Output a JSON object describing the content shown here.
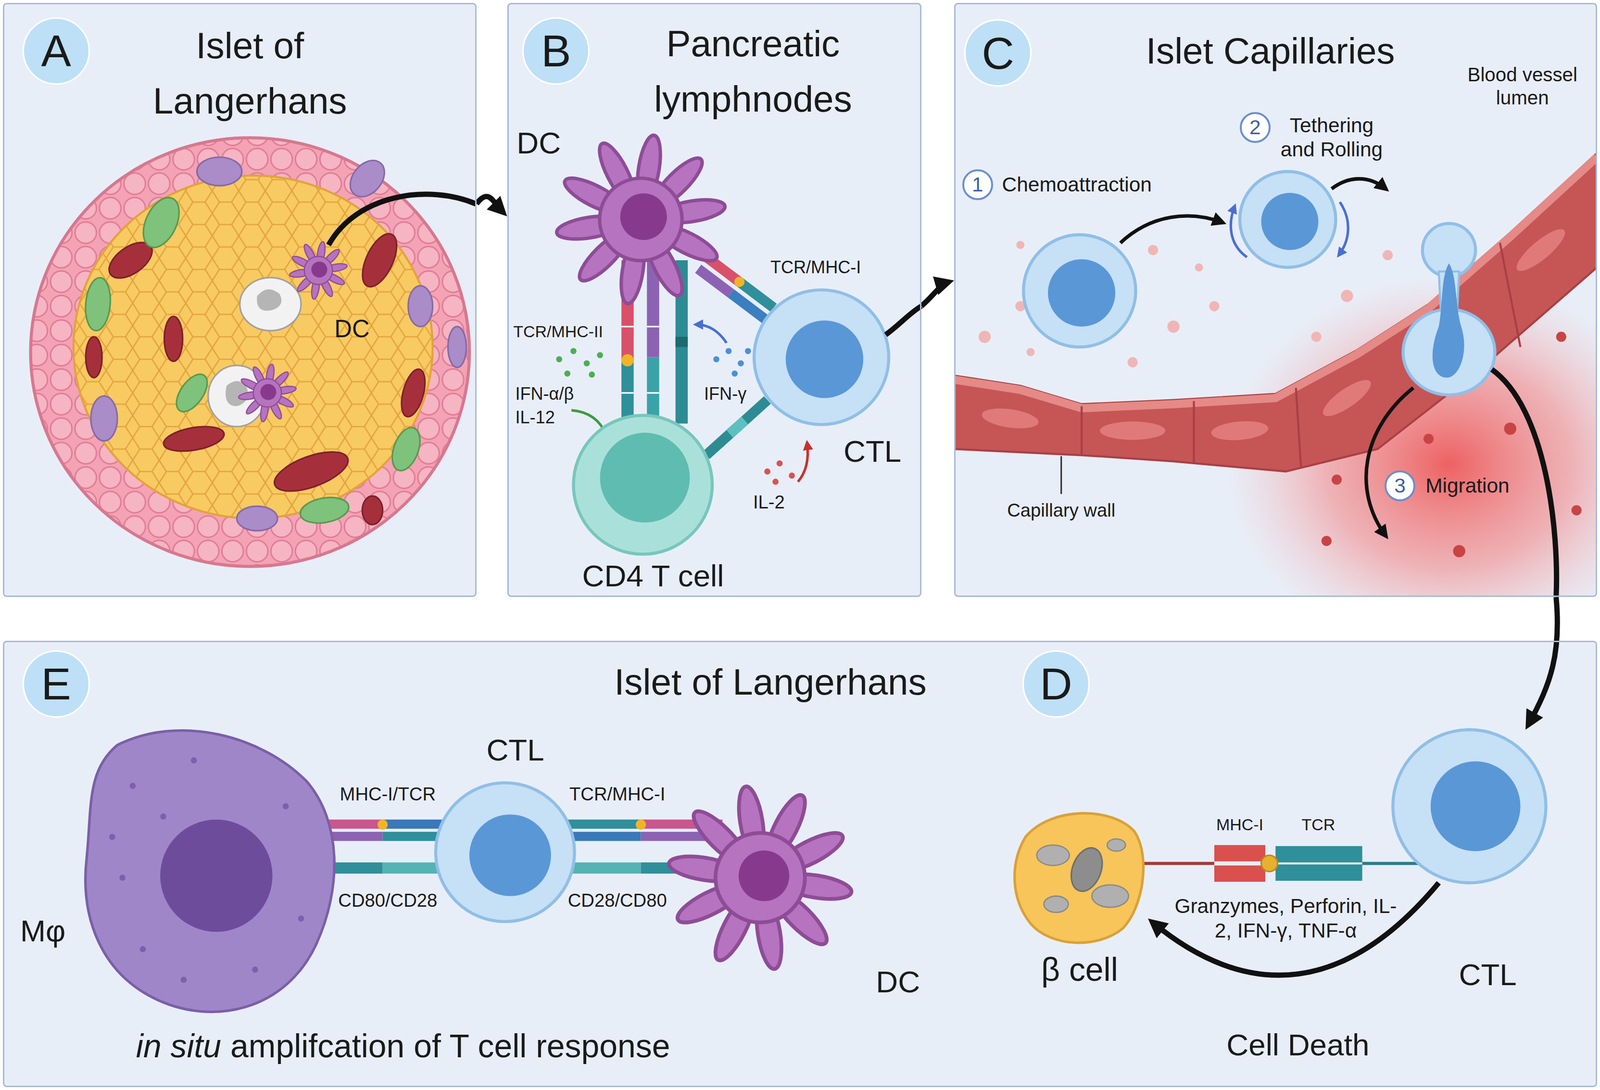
{
  "diagram": {
    "nodes": [
      {
        "text": [
          "Islet of Langerhans"
        ]
      },
      {
        "text": [
          "Pancreatic lymphnodes"
        ]
      },
      {
        "text": [
          "Islet Capillaries"
        ]
      },
      {
        "text": [
          "Islet of Langerhans"
        ]
      },
      {
        "text": [
          "β cell"
        ],
        "in": 3
      },
      {
        "text": [
          "CTL"
        ],
        "in": 3
      }
    ],
    "edges": [
      {
        "from": 0,
        "to": 1,
        "arrow": "to"
      },
      {
        "from": 1,
        "to": 2,
        "arrow": "to"
      },
      {
        "from": 2,
        "to": 5,
        "arrow": "to"
      },
      {
        "from": 5,
        "to": 4,
        "label": "Cell Death",
        "arrow": "to"
      }
    ],
    "labels": [
      "A",
      "DC",
      "B",
      "DC",
      "TCR/MHC-I",
      "TCR/MHC-II",
      "IFN-α/β",
      "IL-12",
      "IFN-γ",
      "CTL",
      "IL-2",
      "CD4 T cell",
      "C",
      "Blood vessel lumen",
      "1",
      "Chemoattraction",
      "2",
      "Tethering and Rolling",
      "Capillary wall",
      "3",
      "Migration",
      "E",
      "CTL",
      "MHC-I/TCR",
      "TCR/MHC-I",
      "Mφ",
      "CD80/CD28",
      "CD28/CD80",
      "DC",
      "in situ",
      "amplifcation of T cell response",
      "D",
      "MHC-I",
      "TCR",
      "Granzymes, Perforin, IL-2, IFN-γ, TNF-α"
    ]
  }
}
